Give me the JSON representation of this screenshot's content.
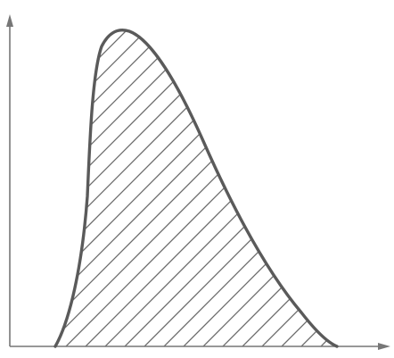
{
  "diagram": {
    "type": "area-under-skewed-curve",
    "fill_pattern": "diagonal-hatch",
    "hatch_direction": "up-right",
    "axes": {
      "x_arrow": true,
      "y_arrow": true
    },
    "colors": {
      "background": "#ffffff",
      "axis": "#777777",
      "curve": "#5a5a5a",
      "hatch": "#6a6a6a"
    }
  }
}
